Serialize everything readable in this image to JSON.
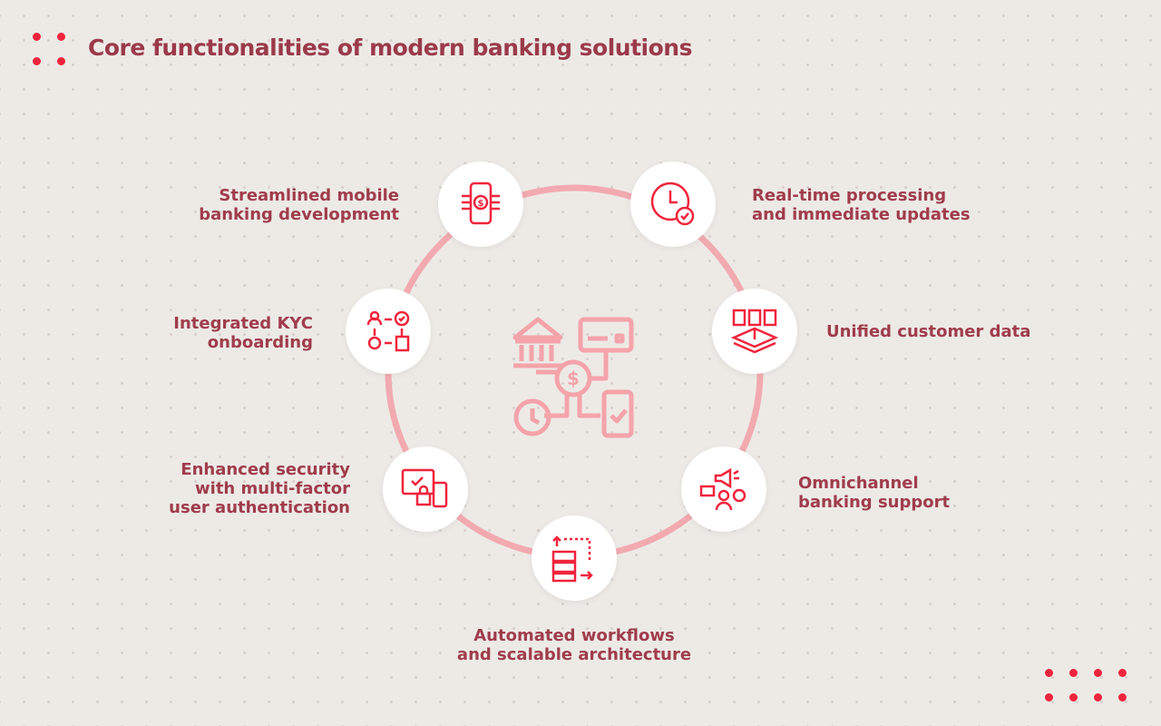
{
  "title": "Core functionalities of modern banking solutions",
  "colors": {
    "accent": "#f0243c",
    "title": "#9b3a4a",
    "ring": "#f2aab0",
    "background": "#edeae6"
  },
  "center_icon": "banking-ecosystem-icon",
  "features": [
    {
      "line1": "Streamlined mobile",
      "line2": "banking development",
      "icon": "mobile-dollar-icon"
    },
    {
      "line1": "Real-time processing",
      "line2": "and immediate updates",
      "icon": "clock-check-icon"
    },
    {
      "line1": "Integrated KYC",
      "line2": "onboarding",
      "icon": "kyc-flow-icon"
    },
    {
      "line1": "Unified customer data",
      "line2": "",
      "icon": "documents-merge-icon"
    },
    {
      "line1": "Enhanced security",
      "line2": "with multi-factor",
      "line3": "user authentication",
      "icon": "secure-devices-icon"
    },
    {
      "line1": "Omnichannel",
      "line2": "banking support",
      "icon": "megaphone-support-icon"
    },
    {
      "line1": "Automated workflows",
      "line2": "and scalable architecture",
      "icon": "workflow-servers-icon"
    }
  ]
}
